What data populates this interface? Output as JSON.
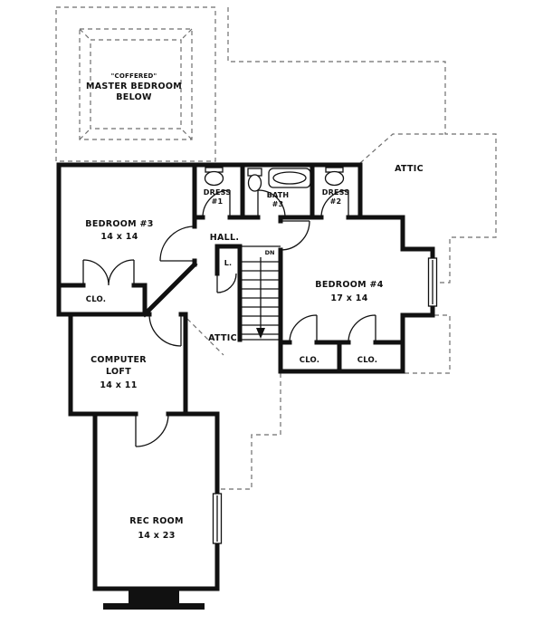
{
  "rooms": {
    "master_bedroom": {
      "note": "\"COFFERED\"",
      "name": "MASTER BEDROOM",
      "status": "BELOW"
    },
    "attic_upper": {
      "name": "ATTIC"
    },
    "bedroom3": {
      "name": "BEDROOM #3",
      "dims": "14 x 14"
    },
    "bedroom3_closet": {
      "name": "CLO."
    },
    "dress1": {
      "name": "DRESS",
      "num": "#1"
    },
    "bath3": {
      "name": "BATH",
      "num": "#3"
    },
    "dress2": {
      "name": "DRESS",
      "num": "#2"
    },
    "hall": {
      "name": "HALL."
    },
    "linen": {
      "name": "L."
    },
    "stairs": {
      "direction": "DN"
    },
    "bedroom4": {
      "name": "BEDROOM #4",
      "dims": "17 x 14"
    },
    "bedroom4_closet_left": {
      "name": "CLO."
    },
    "bedroom4_closet_right": {
      "name": "CLO."
    },
    "attic_center": {
      "name": "ATTIC"
    },
    "computer_loft": {
      "name_line1": "COMPUTER",
      "name_line2": "LOFT",
      "dims": "14 x 11"
    },
    "rec_room": {
      "name": "REC ROOM",
      "dims": "14 x 23"
    }
  },
  "colors": {
    "wall": "#111111",
    "roof": "#6e6e6e",
    "text": "#111111",
    "background": "#ffffff"
  }
}
